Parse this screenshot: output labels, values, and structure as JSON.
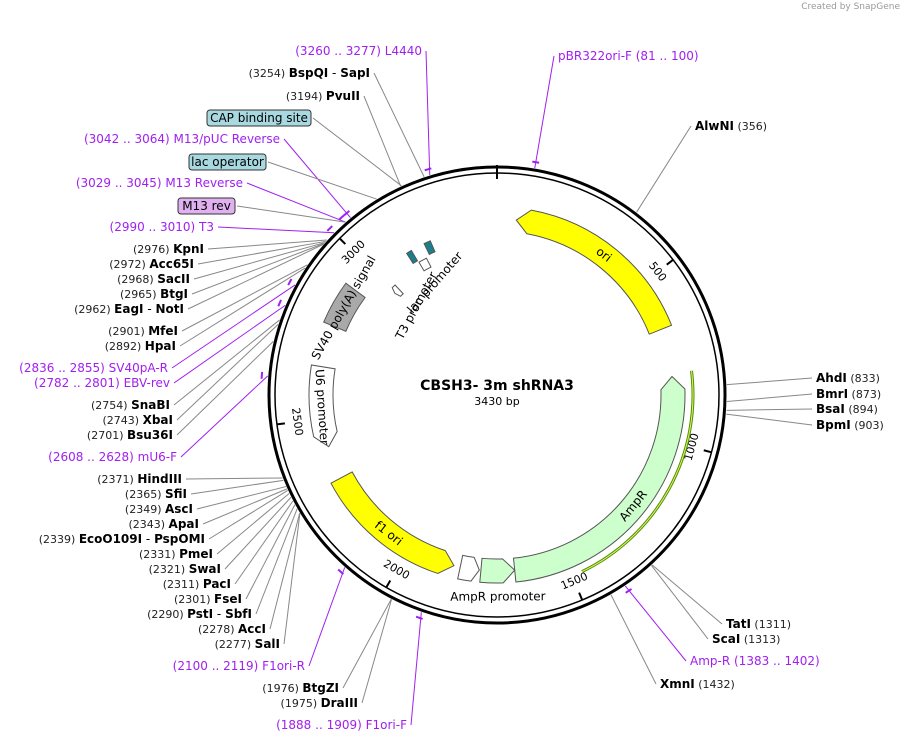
{
  "credit": "Created by SnapGene",
  "plasmid": {
    "name": "CBSH3- 3m shRNA3",
    "length": "3430 bp"
  },
  "ticks": [
    {
      "pos": 500,
      "label": "500"
    },
    {
      "pos": 1000,
      "label": "1000"
    },
    {
      "pos": 1500,
      "label": "1500"
    },
    {
      "pos": 2000,
      "label": "2000"
    },
    {
      "pos": 2500,
      "label": "2500"
    },
    {
      "pos": 3000,
      "label": "3000"
    }
  ],
  "features": [
    {
      "name": "ori",
      "color": "#ffff00",
      "start": 60,
      "end": 650,
      "strand": -1,
      "label": "ori"
    },
    {
      "name": "AmpR",
      "color": "#ccffcc",
      "start": 800,
      "end": 1660,
      "strand": -1,
      "label": "AmpR"
    },
    {
      "name": "AmpR promoter",
      "color": "#ccffcc",
      "start": 1660,
      "end": 1765,
      "strand": -1,
      "label": "AmpR promoter"
    },
    {
      "name": "AmpR promoter small",
      "color": "#ffffff",
      "start": 1770,
      "end": 1830,
      "strand": -1,
      "label": ""
    },
    {
      "name": "f1 ori",
      "color": "#ffff00",
      "start": 1850,
      "end": 2306,
      "strand": -1,
      "label": "f1 ori"
    },
    {
      "name": "U6 promoter",
      "color": "#ffffff",
      "start": 2410,
      "end": 2660,
      "strand": -1,
      "label": "U6 promoter"
    },
    {
      "name": "SV40 poly(A) signal",
      "color": "#a9a9a9",
      "start": 2790,
      "end": 2920,
      "strand": 0,
      "label": "SV40 poly(A) signal"
    },
    {
      "name": "T3 promoter",
      "color": "#ffffff",
      "start": 3000,
      "end": 3022,
      "strand": -1,
      "label": "T3 promoter"
    },
    {
      "name": "lac operator",
      "color": "#1a7f8a",
      "start": 3120,
      "end": 3138,
      "strand": 0,
      "label": ""
    },
    {
      "name": "lac promoter",
      "color": "#ffffff",
      "start": 3140,
      "end": 3170,
      "strand": 0,
      "label": "lac promoter"
    },
    {
      "name": "CAP binding site",
      "color": "#1a7f8a",
      "start": 3185,
      "end": 3207,
      "strand": 0,
      "label": ""
    }
  ],
  "enzymes": [
    {
      "num": "(3254)",
      "name": "BspQI",
      "name2": "SapI",
      "pos": 3254
    },
    {
      "num": "(3194)",
      "name": "PvuII",
      "pos": 3194
    },
    {
      "num": "(2976)",
      "name": "KpnI",
      "pos": 2976
    },
    {
      "num": "(2972)",
      "name": "Acc65I",
      "pos": 2972
    },
    {
      "num": "(2968)",
      "name": "SacII",
      "pos": 2968
    },
    {
      "num": "(2965)",
      "name": "BtgI",
      "pos": 2965
    },
    {
      "num": "(2962)",
      "name": "EagI",
      "name2": "NotI",
      "pos": 2962
    },
    {
      "num": "(2901)",
      "name": "MfeI",
      "pos": 2901
    },
    {
      "num": "(2892)",
      "name": "HpaI",
      "pos": 2892
    },
    {
      "num": "(2754)",
      "name": "SnaBI",
      "pos": 2754
    },
    {
      "num": "(2743)",
      "name": "XbaI",
      "pos": 2743
    },
    {
      "num": "(2701)",
      "name": "Bsu36I",
      "pos": 2701
    },
    {
      "num": "(2371)",
      "name": "HindIII",
      "pos": 2371
    },
    {
      "num": "(2365)",
      "name": "SfiI",
      "pos": 2365
    },
    {
      "num": "(2349)",
      "name": "AscI",
      "pos": 2349
    },
    {
      "num": "(2343)",
      "name": "ApaI",
      "pos": 2343
    },
    {
      "num": "(2339)",
      "name": "EcoO109I",
      "name2": "PspOMI",
      "pos": 2339
    },
    {
      "num": "(2331)",
      "name": "PmeI",
      "pos": 2331
    },
    {
      "num": "(2321)",
      "name": "SwaI",
      "pos": 2321
    },
    {
      "num": "(2311)",
      "name": "PacI",
      "pos": 2311
    },
    {
      "num": "(2301)",
      "name": "FseI",
      "pos": 2301
    },
    {
      "num": "(2290)",
      "name": "PstI",
      "name2": "SbfI",
      "pos": 2290
    },
    {
      "num": "(2278)",
      "name": "AccI",
      "pos": 2278
    },
    {
      "num": "(2277)",
      "name": "SalI",
      "pos": 2277
    },
    {
      "num": "(1976)",
      "name": "BtgZI",
      "pos": 1976
    },
    {
      "num": "(1975)",
      "name": "DraIII",
      "pos": 1975
    },
    {
      "num": "(356)",
      "name": "AlwNI",
      "pos": 356
    },
    {
      "num": "(833)",
      "name": "AhdI",
      "pos": 833
    },
    {
      "num": "(873)",
      "name": "BmrI",
      "pos": 873
    },
    {
      "num": "(894)",
      "name": "BsaI",
      "pos": 894
    },
    {
      "num": "(903)",
      "name": "BpmI",
      "pos": 903
    },
    {
      "num": "(1311)",
      "name": "TatI",
      "pos": 1311
    },
    {
      "num": "(1313)",
      "name": "ScaI",
      "pos": 1313
    },
    {
      "num": "(1432)",
      "name": "XmnI",
      "pos": 1432
    }
  ],
  "primers": [
    {
      "range": "(3260 .. 3277)",
      "name": "L4440",
      "pos": 3268
    },
    {
      "range": "(3042 .. 3064)",
      "name": "M13/pUC Reverse",
      "pos": 3053
    },
    {
      "range": "(3029 .. 3045)",
      "name": "M13 Reverse",
      "pos": 3037
    },
    {
      "range": "(2990 .. 3010)",
      "name": "T3",
      "pos": 3000
    },
    {
      "range": "(2836 .. 2855)",
      "name": "SV40pA-R",
      "pos": 2845
    },
    {
      "range": "(2782 .. 2801)",
      "name": "EBV-rev",
      "pos": 2791
    },
    {
      "range": "(2608 .. 2628)",
      "name": "mU6-F",
      "pos": 2618
    },
    {
      "range": "(2100 .. 2119)",
      "name": "F1ori-R",
      "pos": 2110
    },
    {
      "range": "(1888 .. 1909)",
      "name": "F1ori-F",
      "pos": 1898
    },
    {
      "range": "(81 .. 100)",
      "name": "pBR322ori-F",
      "pos": 90
    },
    {
      "range": "(1383 .. 1402)",
      "name": "Amp-R",
      "pos": 1392
    }
  ],
  "boxed_features": [
    {
      "label": "CAP binding site",
      "color": "#a8d8e0",
      "pos": 3196
    },
    {
      "label": "lac operator",
      "color": "#a8d8e0",
      "pos": 3129
    },
    {
      "label": "M13 rev",
      "color": "#e0b0f0",
      "pos": 3037
    }
  ]
}
